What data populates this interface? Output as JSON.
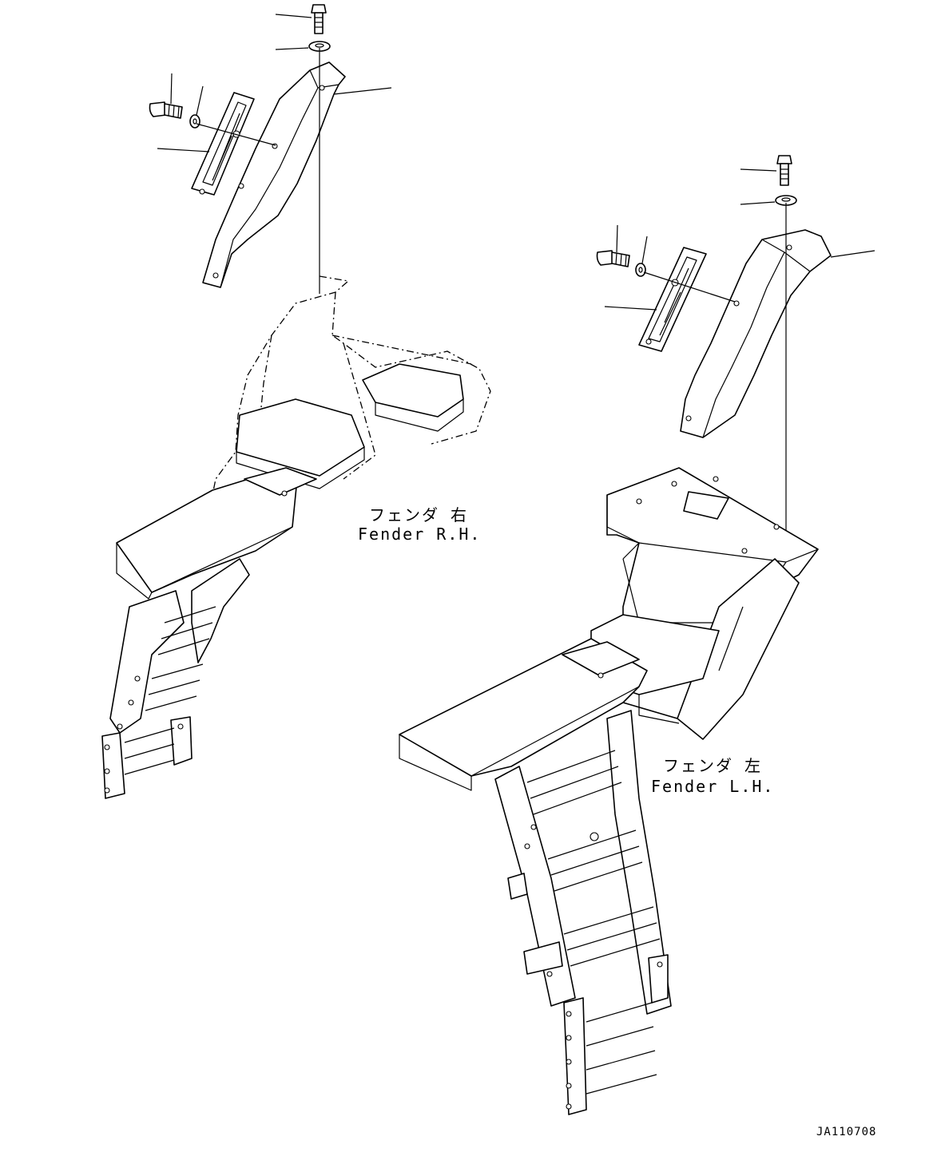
{
  "labels": {
    "rh_jp": "フェンダ 右",
    "rh_en": "Fender R.H.",
    "lh_jp": "フェンダ 左",
    "lh_en": "Fender L.H."
  },
  "drawing_code": "JA110708",
  "line_color": "#000000",
  "background_color": "#ffffff"
}
